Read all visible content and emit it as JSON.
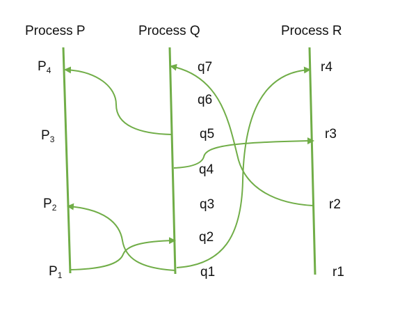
{
  "headers": {
    "p": "Process P",
    "q": "Process Q",
    "r": "Process R"
  },
  "p_events": {
    "p4": {
      "base": "P",
      "sub": "4"
    },
    "p3": {
      "base": "P",
      "sub": "3"
    },
    "p2": {
      "base": "P",
      "sub": "2"
    },
    "p1": {
      "base": "P",
      "sub": "1"
    }
  },
  "q_events": {
    "q7": "q7",
    "q6": "q6",
    "q5": "q5",
    "q4": "q4",
    "q3": "q3",
    "q2": "q2",
    "q1": "q1"
  },
  "r_events": {
    "r4": "r4",
    "r3": "r3",
    "r2": "r2",
    "r1": "r1"
  },
  "colors": {
    "line": "#70ad47",
    "text": "#111111"
  },
  "messages": [
    {
      "from": "q5",
      "to": "p4"
    },
    {
      "from": "r2",
      "to": "q7"
    },
    {
      "from": "q4",
      "to": "r3"
    },
    {
      "from": "q1",
      "to": "p2"
    },
    {
      "from": "p1",
      "to": "q2"
    },
    {
      "from": "q1",
      "to": "r4"
    }
  ]
}
